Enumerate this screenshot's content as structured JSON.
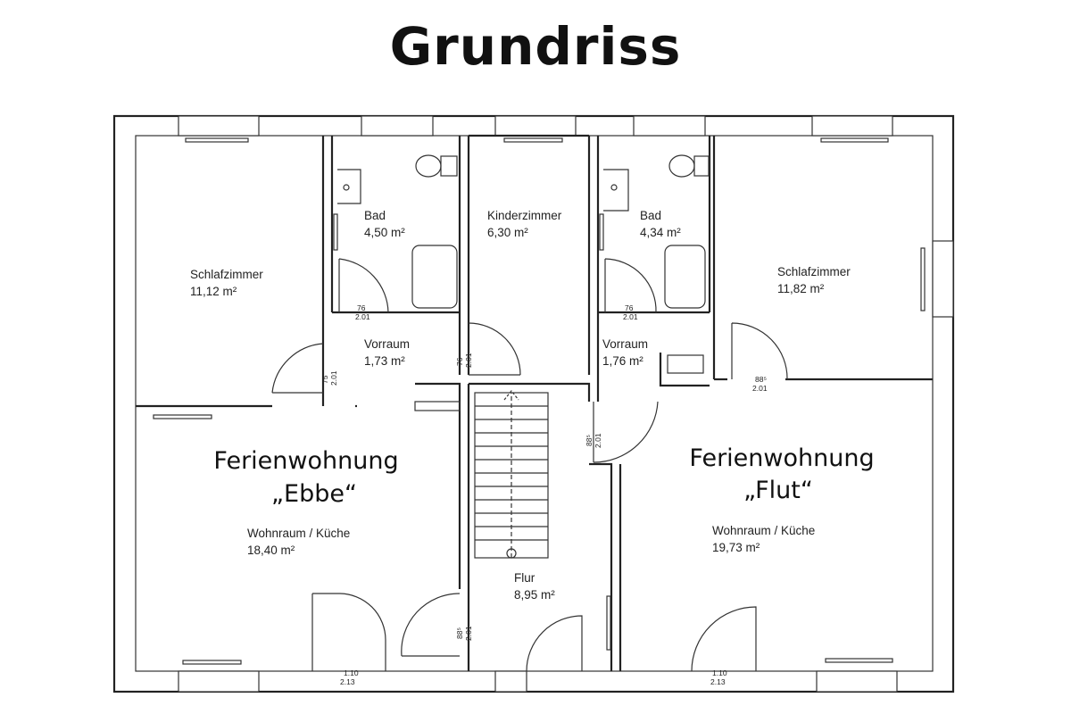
{
  "title": "Grundriss",
  "apartments": [
    {
      "line1": "Ferienwohnung",
      "line2": "„Ebbe“"
    },
    {
      "line1": "Ferienwohnung",
      "line2": "„Flut“"
    }
  ],
  "rooms": [
    {
      "name": "Schlafzimmer",
      "area": "11,12 m²"
    },
    {
      "name": "Bad",
      "area": "4,50 m²"
    },
    {
      "name": "Kinderzimmer",
      "area": "6,30 m²"
    },
    {
      "name": "Bad",
      "area": "4,34 m²"
    },
    {
      "name": "Schlafzimmer",
      "area": "11,82 m²"
    },
    {
      "name": "Vorraum",
      "area": "1,73 m²"
    },
    {
      "name": "Vorraum",
      "area": "1,76 m²"
    },
    {
      "name": "Wohnraum / Küche",
      "area": "18,40 m²"
    },
    {
      "name": "Wohnraum / Küche",
      "area": "19,73 m²"
    },
    {
      "name": "Flur",
      "area": "8,95 m²"
    }
  ],
  "door_dims": [
    {
      "w": "76",
      "h": "2.01"
    },
    {
      "w": "76",
      "h": "2.01"
    },
    {
      "w": "76",
      "h": "2.01"
    },
    {
      "w": "75",
      "h": "2.01"
    },
    {
      "w": "88⁵",
      "h": "2.01"
    },
    {
      "w": "88⁵",
      "h": "2.01"
    },
    {
      "w": "88⁵",
      "h": "2.01"
    },
    {
      "w": "1.10",
      "h": "2.13"
    },
    {
      "w": "1.10",
      "h": "2.13"
    }
  ]
}
